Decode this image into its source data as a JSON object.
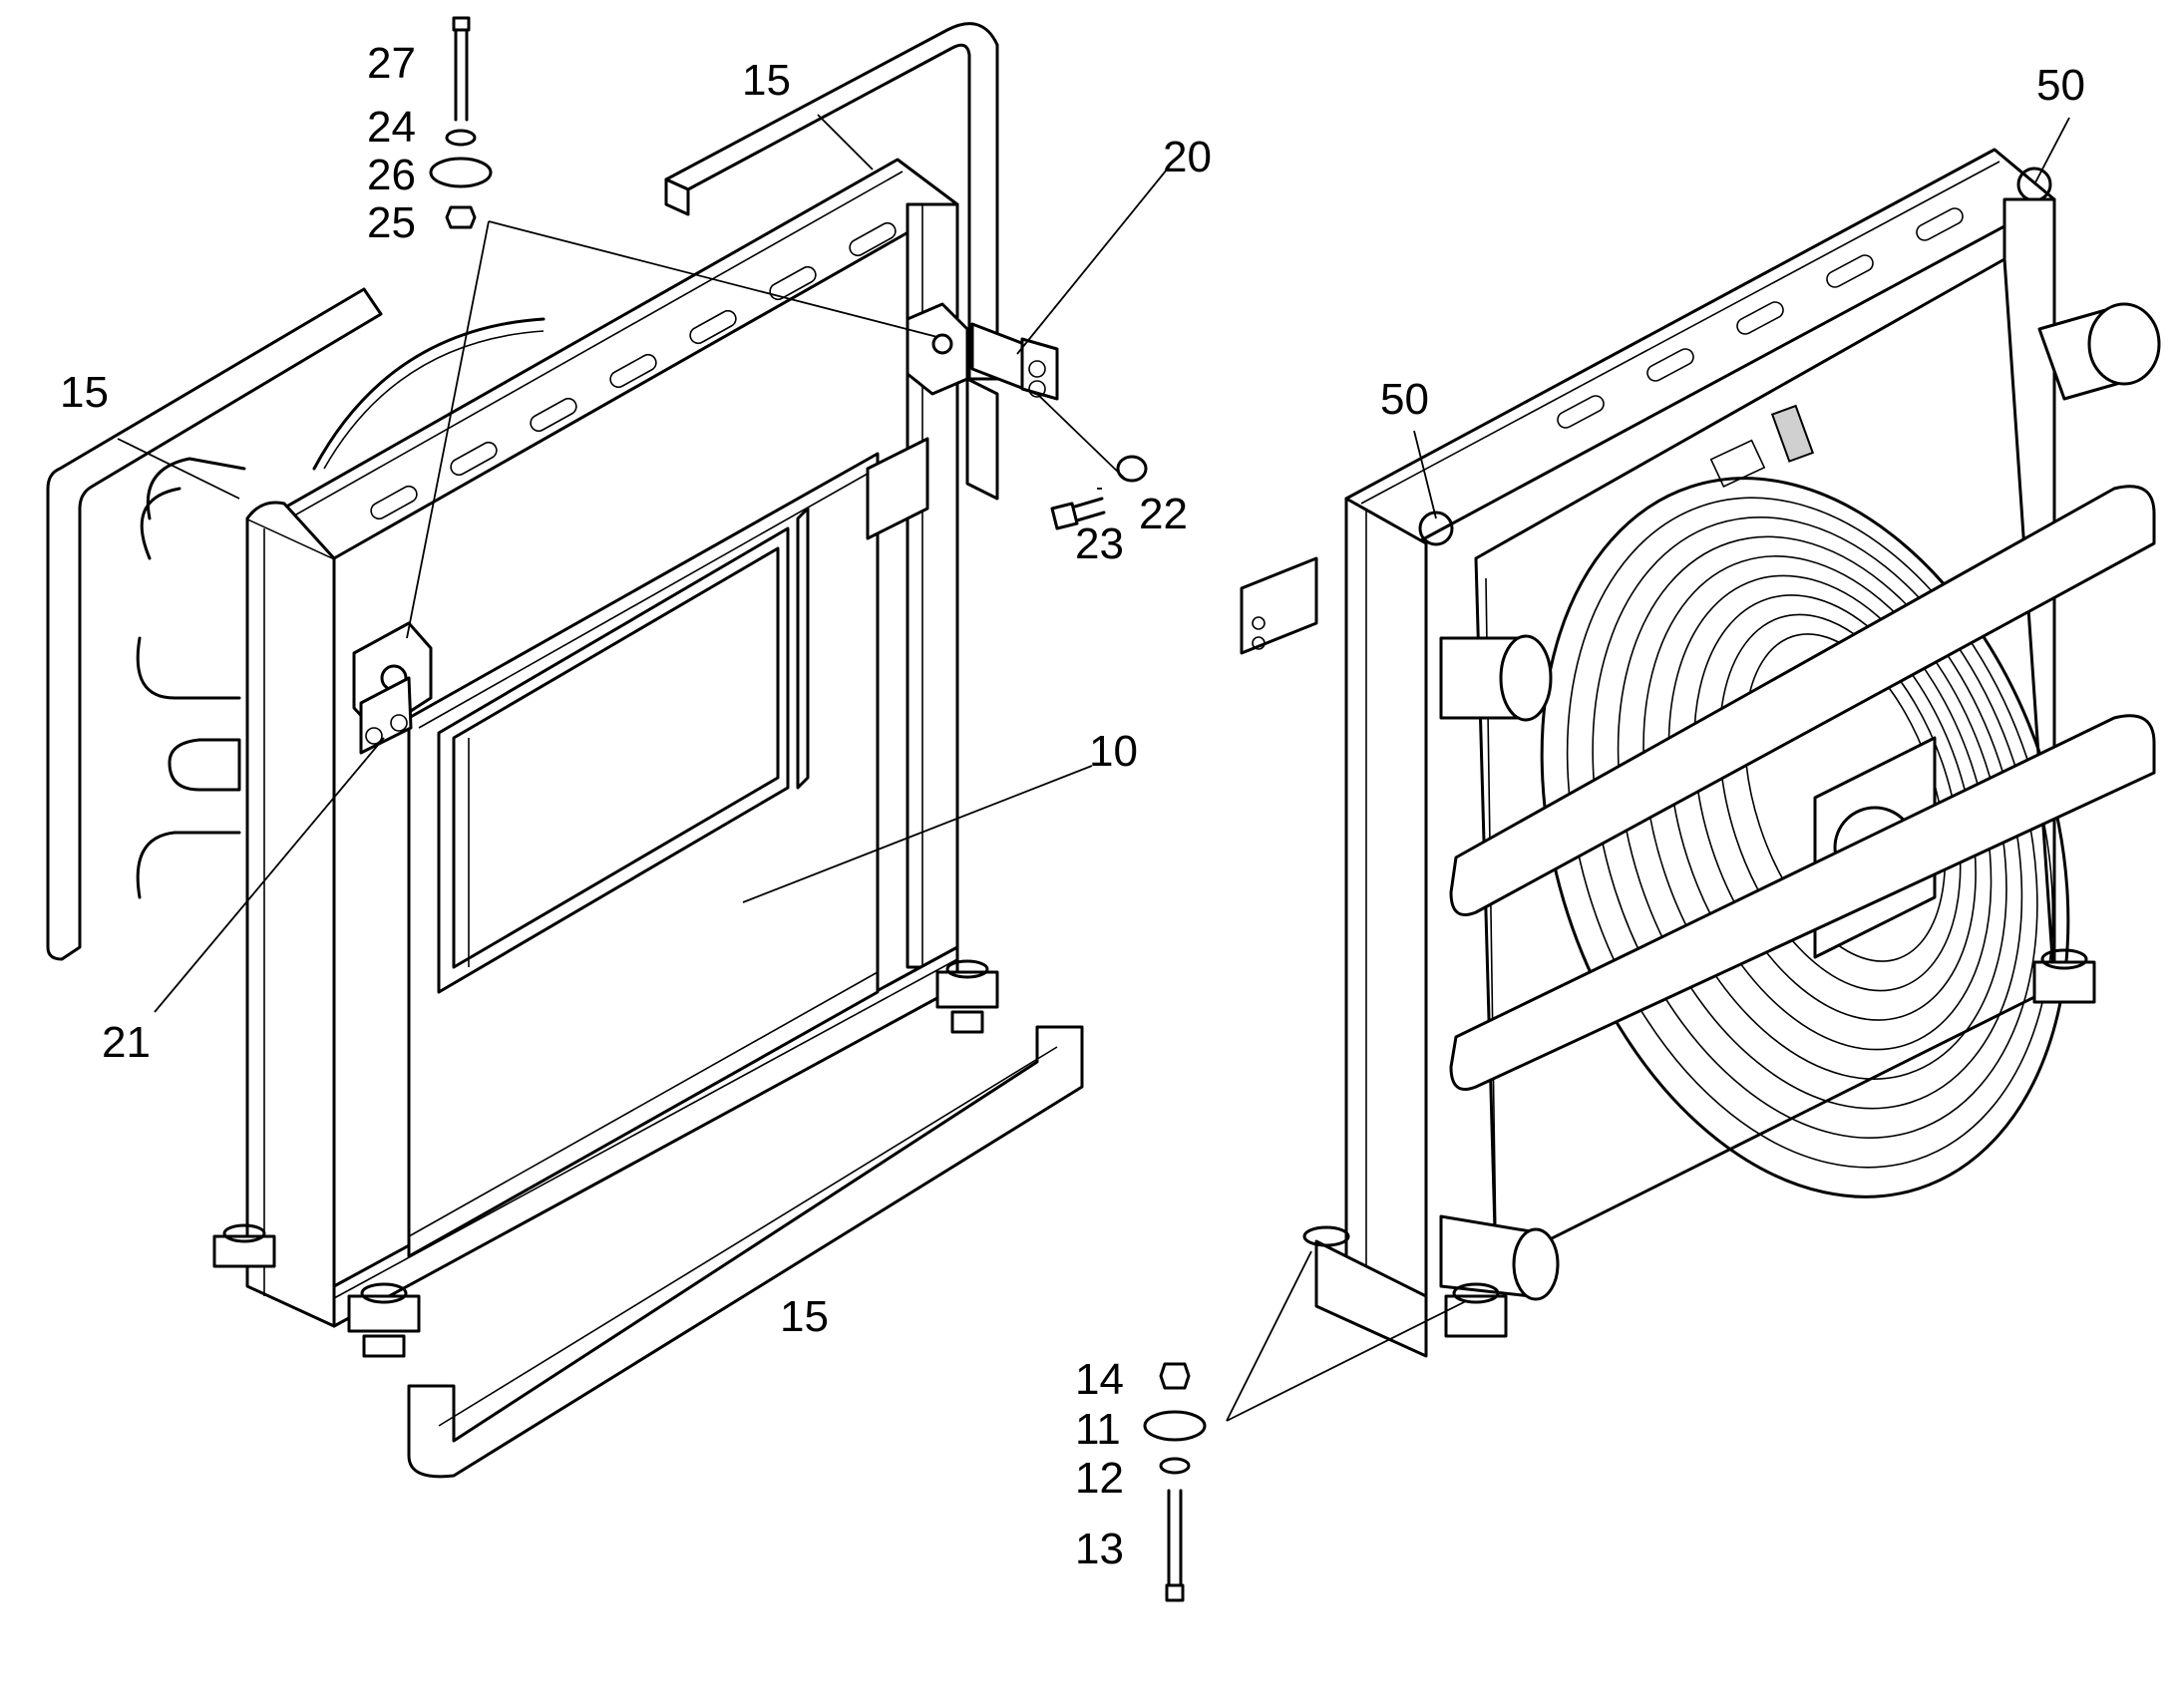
{
  "diagram": {
    "type": "exploded-parts-drawing",
    "line_color": "#000000",
    "background": "#ffffff"
  },
  "callouts": [
    {
      "id": "c27",
      "label": "27"
    },
    {
      "id": "c24",
      "label": "24"
    },
    {
      "id": "c26",
      "label": "26"
    },
    {
      "id": "c25",
      "label": "25"
    },
    {
      "id": "c15a",
      "label": "15"
    },
    {
      "id": "c15b",
      "label": "15"
    },
    {
      "id": "c20",
      "label": "20"
    },
    {
      "id": "c22",
      "label": "22"
    },
    {
      "id": "c23",
      "label": "23"
    },
    {
      "id": "c10",
      "label": "10"
    },
    {
      "id": "c21",
      "label": "21"
    },
    {
      "id": "c15c",
      "label": "15"
    },
    {
      "id": "c50a",
      "label": "50"
    },
    {
      "id": "c50b",
      "label": "50"
    },
    {
      "id": "c14",
      "label": "14"
    },
    {
      "id": "c11",
      "label": "11"
    },
    {
      "id": "c12",
      "label": "12"
    },
    {
      "id": "c13",
      "label": "13"
    }
  ]
}
